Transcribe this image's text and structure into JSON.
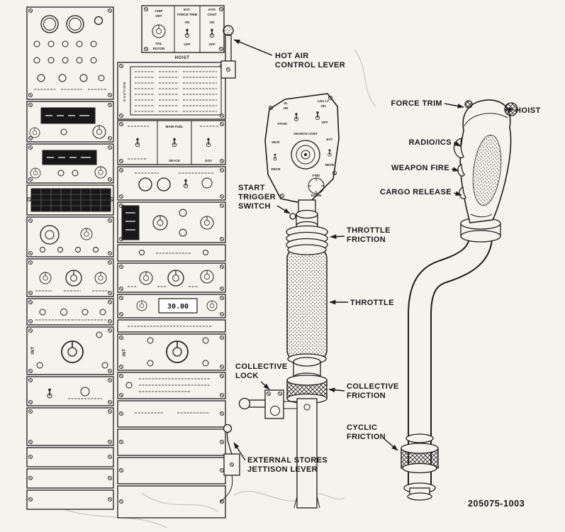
{
  "figure": {
    "id": "205075-1003"
  },
  "callouts": {
    "hot_air_control_lever": {
      "line1": "HOT AIR",
      "line2": "CONTROL LEVER"
    },
    "start_trigger_switch": {
      "line1": "START",
      "line2": "TRIGGER",
      "line3": "SWITCH"
    },
    "throttle_friction": {
      "line1": "THROTTLE",
      "line2": "FRICTION"
    },
    "throttle": {
      "line1": "THROTTLE"
    },
    "collective_lock": {
      "line1": "COLLECTIVE",
      "line2": "LOCK"
    },
    "collective_friction": {
      "line1": "COLLECTIVE",
      "line2": "FRICTION"
    },
    "external_stores_jettison_lever": {
      "line1": "EXTERNAL STORES",
      "line2": "JETTISON LEVER"
    },
    "cyclic_friction": {
      "line1": "CYCLIC",
      "line2": "FRICTION"
    },
    "force_trim": {
      "label": "FORCE TRIM"
    },
    "hoist": {
      "label": "HOIST"
    },
    "radio_ics": {
      "label": "RADIO/ICS"
    },
    "weapon_fire": {
      "label": "WEAPON FIRE"
    },
    "cargo_release": {
      "label": "CARGO RELEASE"
    }
  },
  "pedestal": {
    "chip_det": {
      "line1": "CHIP",
      "line2": "DET"
    },
    "tail_rotor": {
      "line1": "TAIL",
      "line2": "ROTOR"
    },
    "ext_force_trim": {
      "line1": "EXT.",
      "line2": "FORCE TRIM"
    },
    "hyd_cont": {
      "line1": "HYD",
      "line2": "CONT"
    },
    "hoist": "HOIST",
    "on": "ON",
    "off": "OFF",
    "caution": "CAUTION",
    "main_fuel": "MAIN FUEL",
    "de_ice": "DE-ICE",
    "gov": "GOV",
    "int_left": "INT",
    "int_right": "INT",
    "freq_display": "30.00"
  },
  "collective_head": {
    "sl": "SL",
    "sl_on": "ON",
    "ldg_lt": "LDG LT",
    "ldg_on": "ON",
    "stow": "STOW",
    "off": "OFF",
    "search_cont": "SEARCH CONT",
    "incr": "INCR",
    "decr": "DECR",
    "ext": "EXT",
    "retr": "RETR",
    "fwd": "FWD",
    "down": "DOWN"
  }
}
